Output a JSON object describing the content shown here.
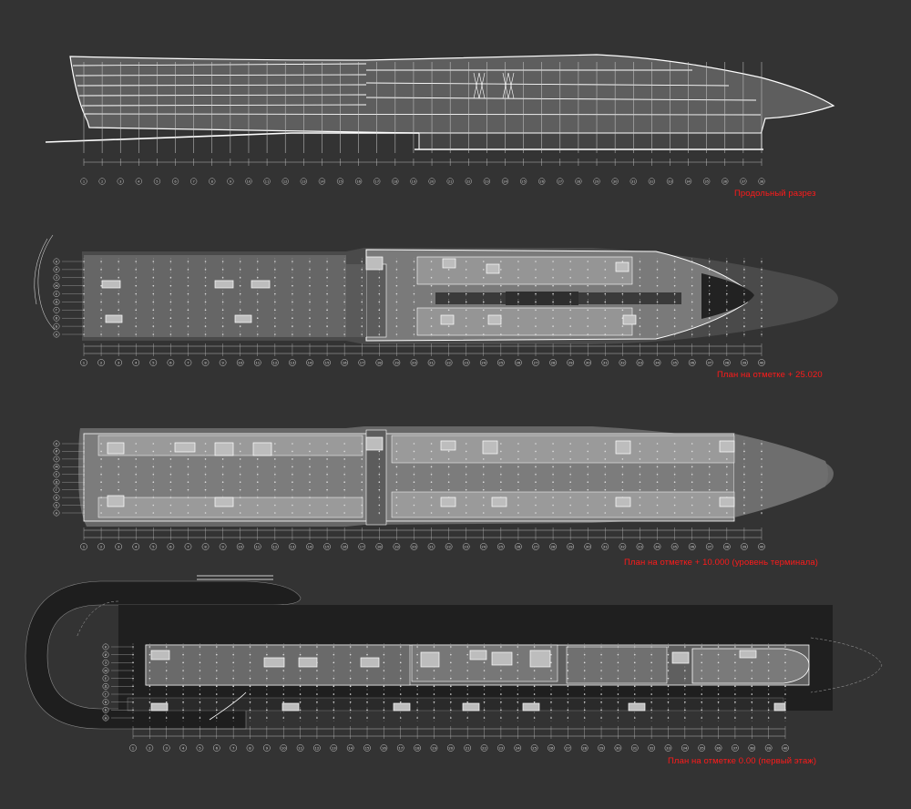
{
  "drawings": [
    {
      "id": "section",
      "caption": "Продольный  разрез"
    },
    {
      "id": "plan_25",
      "caption": "План на отметке + 25.020"
    },
    {
      "id": "plan_10",
      "caption": "План на отметке + 10.000 (уровень  терминала)"
    },
    {
      "id": "plan_0",
      "caption": "План на  отметке 0.00 (первый этаж)"
    }
  ],
  "grid_axis_numbers": [
    "1",
    "2",
    "3",
    "4",
    "5",
    "6",
    "7",
    "8",
    "9",
    "10",
    "11",
    "12",
    "13",
    "14",
    "15",
    "16",
    "17",
    "18",
    "19",
    "20",
    "21",
    "22",
    "23",
    "24",
    "25",
    "26",
    "27",
    "28",
    "29",
    "30",
    "31",
    "32",
    "33",
    "34",
    "35",
    "36",
    "37",
    "38",
    "39",
    "40"
  ],
  "grid_row_letters": [
    "К",
    "И",
    "З",
    "Ж",
    "Е",
    "Д",
    "Г",
    "В",
    "Б",
    "А"
  ],
  "colors": {
    "background": "#333333",
    "line": "#ffffff",
    "caption": "#ff1a1a",
    "slab": "#8a8a8a",
    "slab_dark": "#555555",
    "room": "#a6a6a6"
  }
}
